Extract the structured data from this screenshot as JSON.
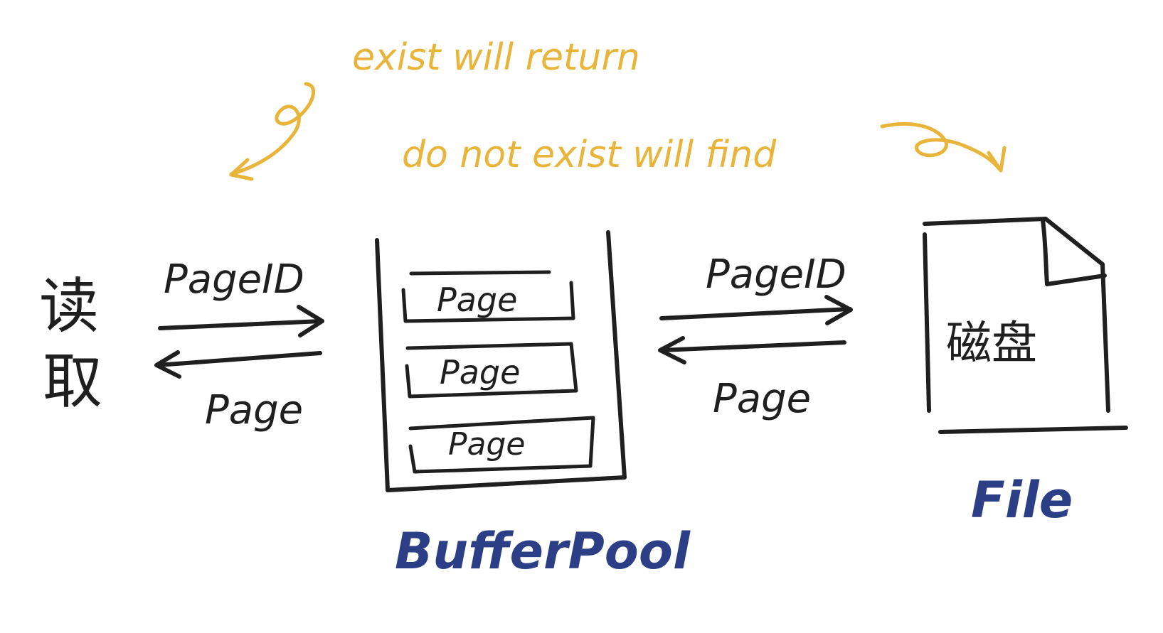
{
  "annotations": {
    "exist_text": "exist will return",
    "not_exist_text": "do not exist will find"
  },
  "reader": {
    "label_top": "读",
    "label_bottom": "取"
  },
  "left_arrows": {
    "request_label": "PageID",
    "response_label": "Page"
  },
  "buffer_pool": {
    "label": "BufferPool",
    "pages": [
      "Page",
      "Page",
      "Page"
    ]
  },
  "right_arrows": {
    "request_label": "PageID",
    "response_label": "Page"
  },
  "file": {
    "inner_label": "磁盘",
    "label": "File"
  },
  "colors": {
    "ink": "#1f1f1f",
    "annotation": "#e9b43a",
    "caption": "#2c3f86",
    "background": "#ffffff"
  }
}
